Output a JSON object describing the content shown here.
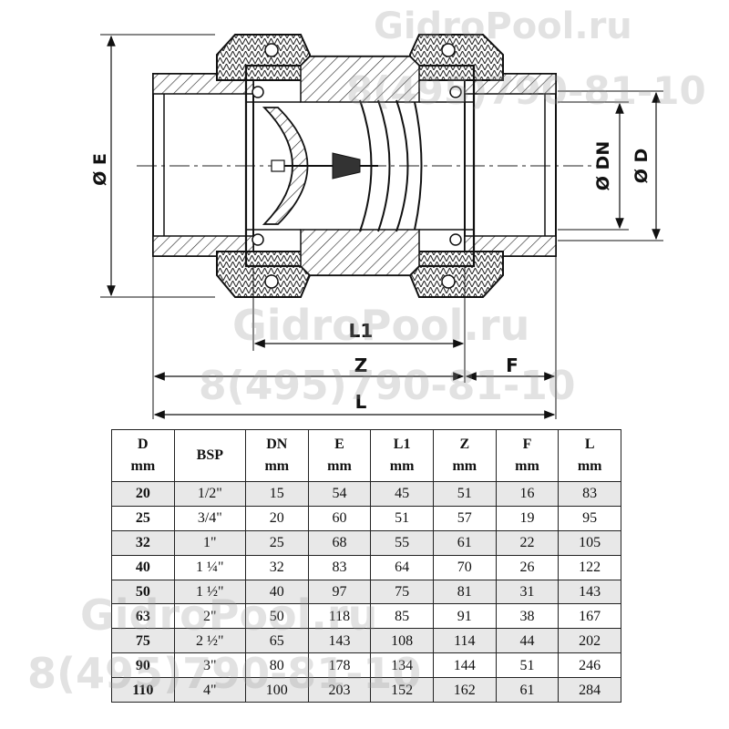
{
  "dimensions": {
    "E": "Ø E",
    "DN": "Ø DN",
    "D": "Ø D",
    "L1": "L1",
    "Z": "Z",
    "F": "F",
    "L": "L"
  },
  "watermarks": [
    "GidroPool.ru",
    "8(495)790-81-10",
    "GidroPool.ru",
    "8(495)790-81-10",
    "GidroPool.ru",
    "8(495)790-81-10"
  ],
  "table": {
    "headers": [
      {
        "line1": "D",
        "line2": "mm"
      },
      {
        "line1": "BSP",
        "line2": ""
      },
      {
        "line1": "DN",
        "line2": "mm"
      },
      {
        "line1": "E",
        "line2": "mm"
      },
      {
        "line1": "L1",
        "line2": "mm"
      },
      {
        "line1": "Z",
        "line2": "mm"
      },
      {
        "line1": "F",
        "line2": "mm"
      },
      {
        "line1": "L",
        "line2": "mm"
      }
    ],
    "rows": [
      [
        "20",
        "1/2\"",
        "15",
        "54",
        "45",
        "51",
        "16",
        "83"
      ],
      [
        "25",
        "3/4\"",
        "20",
        "60",
        "51",
        "57",
        "19",
        "95"
      ],
      [
        "32",
        "1\"",
        "25",
        "68",
        "55",
        "61",
        "22",
        "105"
      ],
      [
        "40",
        "1 ¼\"",
        "32",
        "83",
        "64",
        "70",
        "26",
        "122"
      ],
      [
        "50",
        "1 ½\"",
        "40",
        "97",
        "75",
        "81",
        "31",
        "143"
      ],
      [
        "63",
        "2\"",
        "50",
        "118",
        "85",
        "91",
        "38",
        "167"
      ],
      [
        "75",
        "2 ½\"",
        "65",
        "143",
        "108",
        "114",
        "44",
        "202"
      ],
      [
        "90",
        "3\"",
        "80",
        "178",
        "134",
        "144",
        "51",
        "246"
      ],
      [
        "110",
        "4\"",
        "100",
        "203",
        "152",
        "162",
        "61",
        "284"
      ]
    ]
  }
}
